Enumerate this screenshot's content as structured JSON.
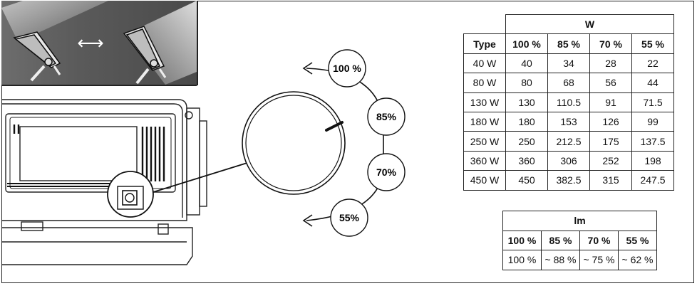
{
  "arrow_symbol": "⟷",
  "dial_labels": [
    "100 %",
    "85%",
    "70%",
    "55%"
  ],
  "table_w": {
    "unit_header": "W",
    "col_header_type": "Type",
    "columns": [
      "100 %",
      "85 %",
      "70 %",
      "55 %"
    ],
    "rows": [
      {
        "type": "40 W",
        "values": [
          "40",
          "34",
          "28",
          "22"
        ]
      },
      {
        "type": "80 W",
        "values": [
          "80",
          "68",
          "56",
          "44"
        ]
      },
      {
        "type": "130 W",
        "values": [
          "130",
          "110.5",
          "91",
          "71.5"
        ]
      },
      {
        "type": "180 W",
        "values": [
          "180",
          "153",
          "126",
          "99"
        ]
      },
      {
        "type": "250 W",
        "values": [
          "250",
          "212.5",
          "175",
          "137.5"
        ]
      },
      {
        "type": "360 W",
        "values": [
          "360",
          "306",
          "252",
          "198"
        ]
      },
      {
        "type": "450 W",
        "values": [
          "450",
          "382.5",
          "315",
          "247.5"
        ]
      }
    ]
  },
  "table_lm": {
    "unit_header": "lm",
    "columns": [
      "100 %",
      "85 %",
      "70 %",
      "55 %"
    ],
    "values": [
      "100 %",
      "~ 88 %",
      "~ 75 %",
      "~ 62 %"
    ]
  }
}
